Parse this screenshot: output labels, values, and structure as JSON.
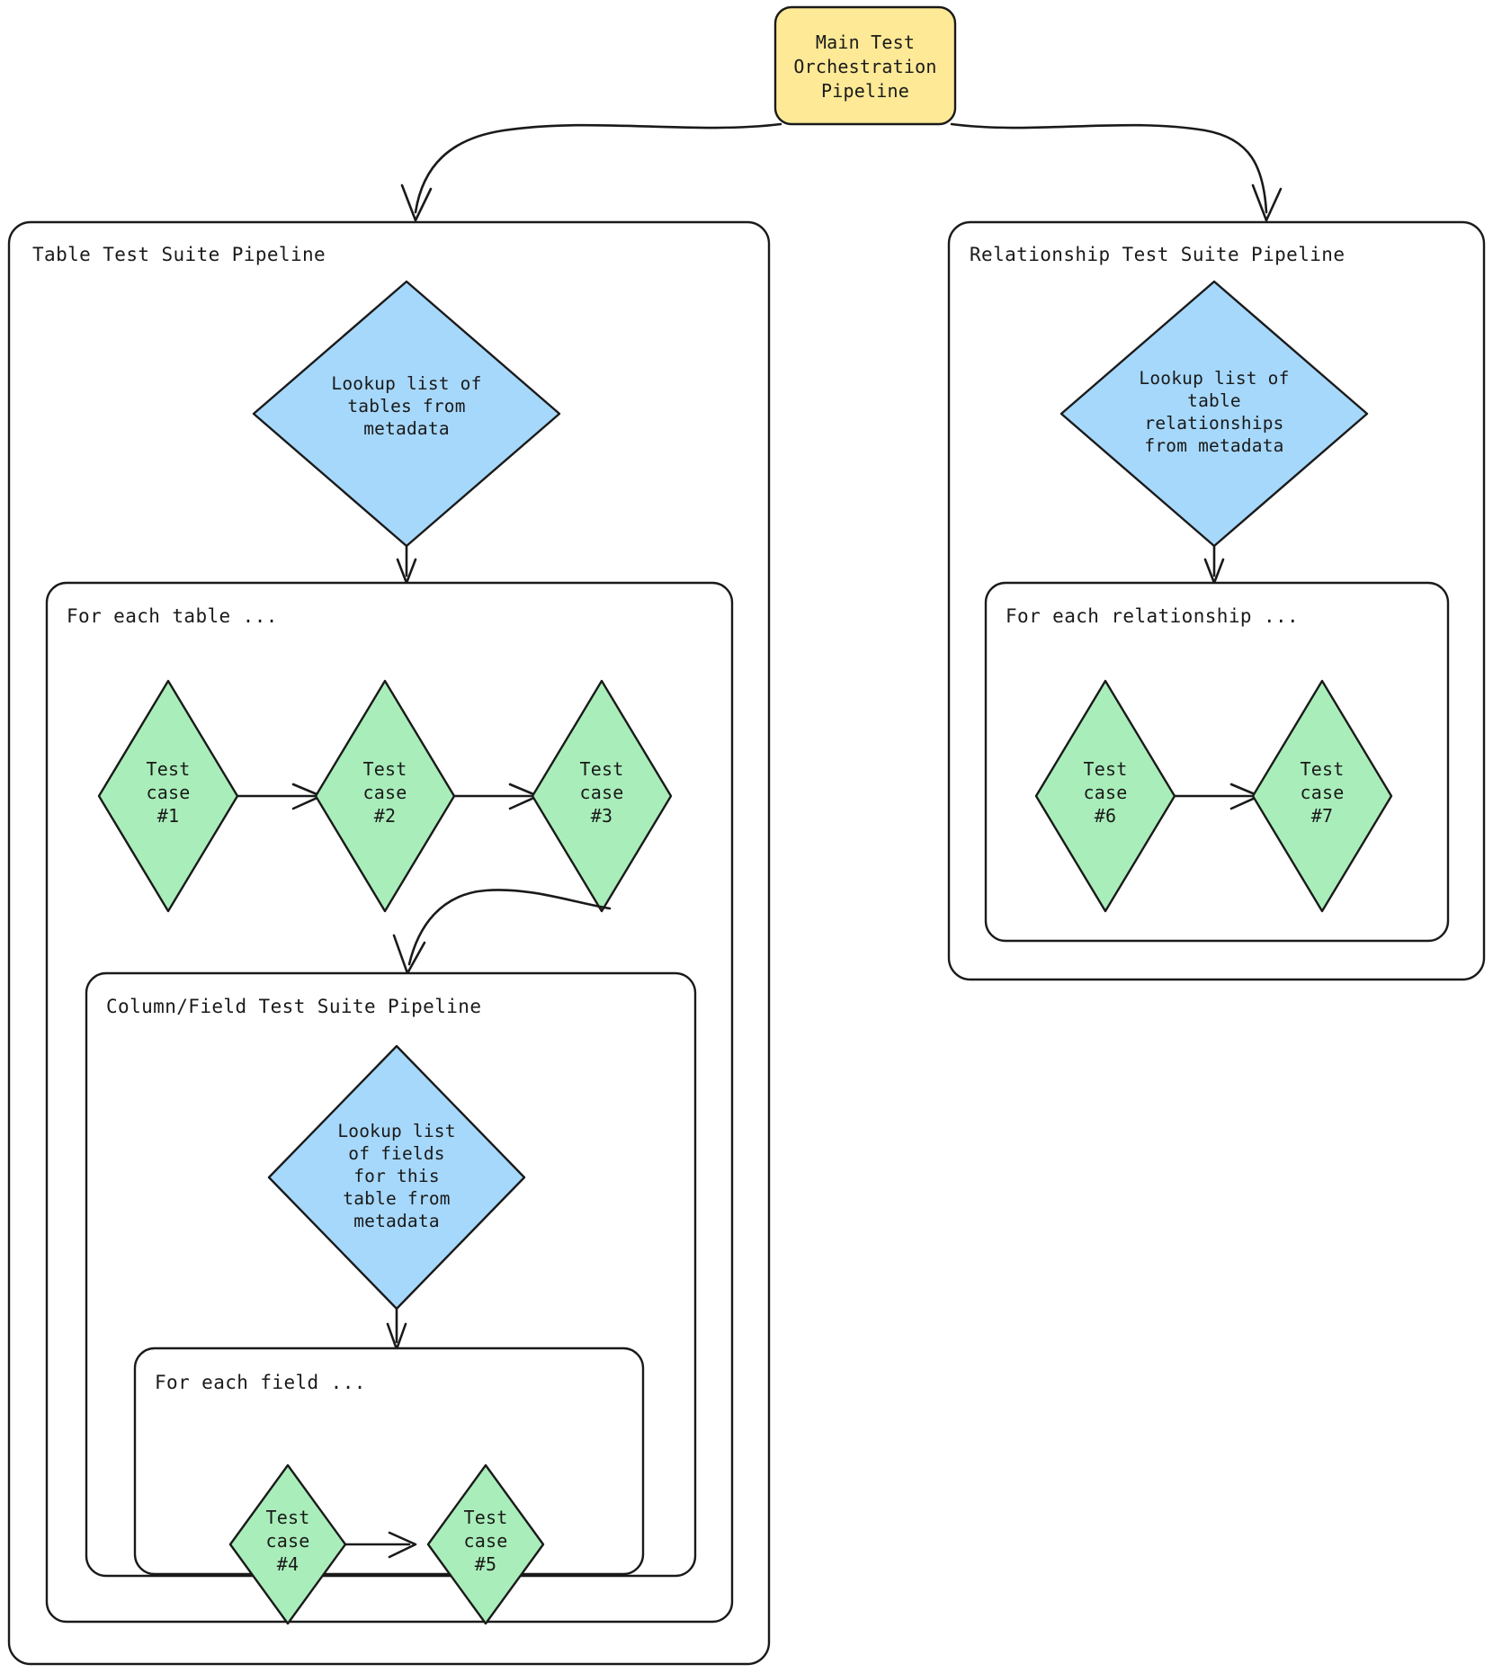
{
  "diagram": {
    "title_node": {
      "id": "main-orchestration",
      "label_lines": [
        "Main Test",
        "Orchestration",
        "Pipeline"
      ],
      "shape": "rounded-rect",
      "color": "#fde996"
    },
    "colors": {
      "orchestrator": "#fde996",
      "lookup": "#a6d8fb",
      "testcase": "#a9eeba",
      "stroke": "#1a1a1a",
      "background": "#ffffff"
    },
    "containers": [
      {
        "id": "table-test-suite-pipeline",
        "label": "Table Test Suite Pipeline"
      },
      {
        "id": "for-each-table",
        "label": "For each table ..."
      },
      {
        "id": "column-field-test-suite-pipeline",
        "label": "Column/Field Test Suite Pipeline"
      },
      {
        "id": "for-each-field",
        "label": "For each field ..."
      },
      {
        "id": "relationship-test-suite-pipeline",
        "label": "Relationship Test Suite Pipeline"
      },
      {
        "id": "for-each-relationship",
        "label": "For each relationship ..."
      }
    ],
    "lookup_nodes": [
      {
        "id": "lookup-tables",
        "shape": "diamond",
        "color": "#a6d8fb",
        "label_lines": [
          "Lookup list of",
          "tables from",
          "metadata"
        ]
      },
      {
        "id": "lookup-table-relationships",
        "shape": "diamond",
        "color": "#a6d8fb",
        "label_lines": [
          "Lookup list of",
          "table",
          "relationships",
          "from metadata"
        ]
      },
      {
        "id": "lookup-fields",
        "shape": "diamond",
        "color": "#a6d8fb",
        "label_lines": [
          "Lookup list",
          "of fields",
          "for this",
          "table from",
          "metadata"
        ]
      }
    ],
    "test_cases": [
      {
        "id": "test-case-1",
        "shape": "diamond",
        "color": "#a9eeba",
        "label_lines": [
          "Test",
          "case",
          "#1"
        ]
      },
      {
        "id": "test-case-2",
        "shape": "diamond",
        "color": "#a9eeba",
        "label_lines": [
          "Test",
          "case",
          "#2"
        ]
      },
      {
        "id": "test-case-3",
        "shape": "diamond",
        "color": "#a9eeba",
        "label_lines": [
          "Test",
          "case",
          "#3"
        ]
      },
      {
        "id": "test-case-4",
        "shape": "diamond",
        "color": "#a9eeba",
        "label_lines": [
          "Test",
          "case",
          "#4"
        ]
      },
      {
        "id": "test-case-5",
        "shape": "diamond",
        "color": "#a9eeba",
        "label_lines": [
          "Test",
          "case",
          "#5"
        ]
      },
      {
        "id": "test-case-6",
        "shape": "diamond",
        "color": "#a9eeba",
        "label_lines": [
          "Test",
          "case",
          "#6"
        ]
      },
      {
        "id": "test-case-7",
        "shape": "diamond",
        "color": "#a9eeba",
        "label_lines": [
          "Test",
          "case",
          "#7"
        ]
      }
    ],
    "edges": [
      {
        "from": "main-orchestration",
        "to": "table-test-suite-pipeline",
        "style": "curved-arrow"
      },
      {
        "from": "main-orchestration",
        "to": "relationship-test-suite-pipeline",
        "style": "curved-arrow"
      },
      {
        "from": "lookup-tables",
        "to": "for-each-table",
        "style": "straight-arrow"
      },
      {
        "from": "test-case-1",
        "to": "test-case-2",
        "style": "straight-arrow"
      },
      {
        "from": "test-case-2",
        "to": "test-case-3",
        "style": "straight-arrow"
      },
      {
        "from": "test-case-3",
        "to": "column-field-test-suite-pipeline",
        "style": "curved-arrow"
      },
      {
        "from": "lookup-fields",
        "to": "for-each-field",
        "style": "straight-arrow"
      },
      {
        "from": "test-case-4",
        "to": "test-case-5",
        "style": "straight-arrow"
      },
      {
        "from": "lookup-table-relationships",
        "to": "for-each-relationship",
        "style": "straight-arrow"
      },
      {
        "from": "test-case-6",
        "to": "test-case-7",
        "style": "straight-arrow"
      }
    ]
  }
}
